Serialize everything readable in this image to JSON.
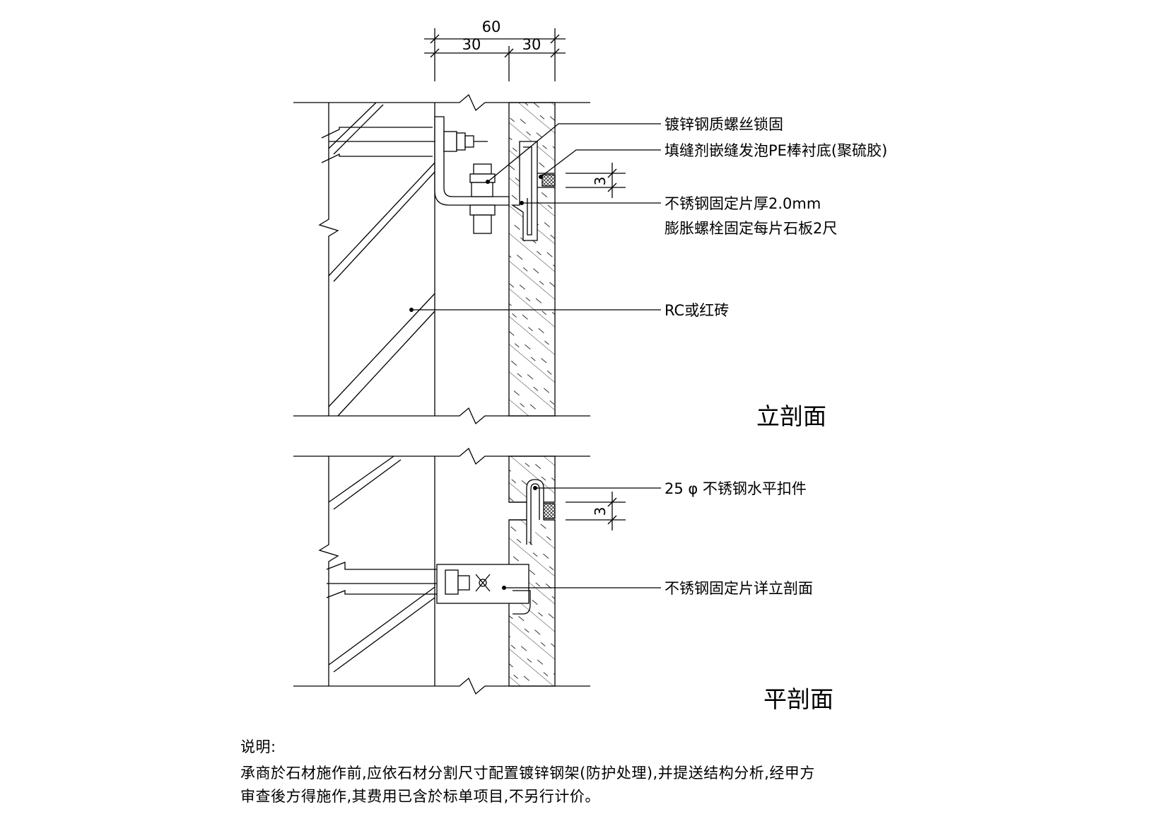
{
  "dimensions": {
    "total": "60",
    "left": "30",
    "right": "30",
    "joint_upper": "3",
    "joint_lower": "3"
  },
  "labels": {
    "bolt": "镀锌钢质螺丝锁固",
    "sealant": "填缝剂嵌缝发泡PE棒衬底(聚硫胶)",
    "plate_line1": "不锈钢固定片厚2.0mm",
    "plate_line2": "膨胀螺栓固定每片石板2尺",
    "wall": "RC或红砖",
    "clip": "25 φ 不锈钢水平扣件",
    "plate_detail": "不锈钢固定片详立剖面"
  },
  "titles": {
    "vertical_section": "立剖面",
    "horizontal_section": "平剖面"
  },
  "notes": {
    "heading": "说明:",
    "line1": "承商於石材施作前,应依石材分割尺寸配置镀锌钢架(防护处理),并提送结构分析,经甲方",
    "line2": "审查後方得施作,其费用已含於标单项目,不另行计价。"
  }
}
